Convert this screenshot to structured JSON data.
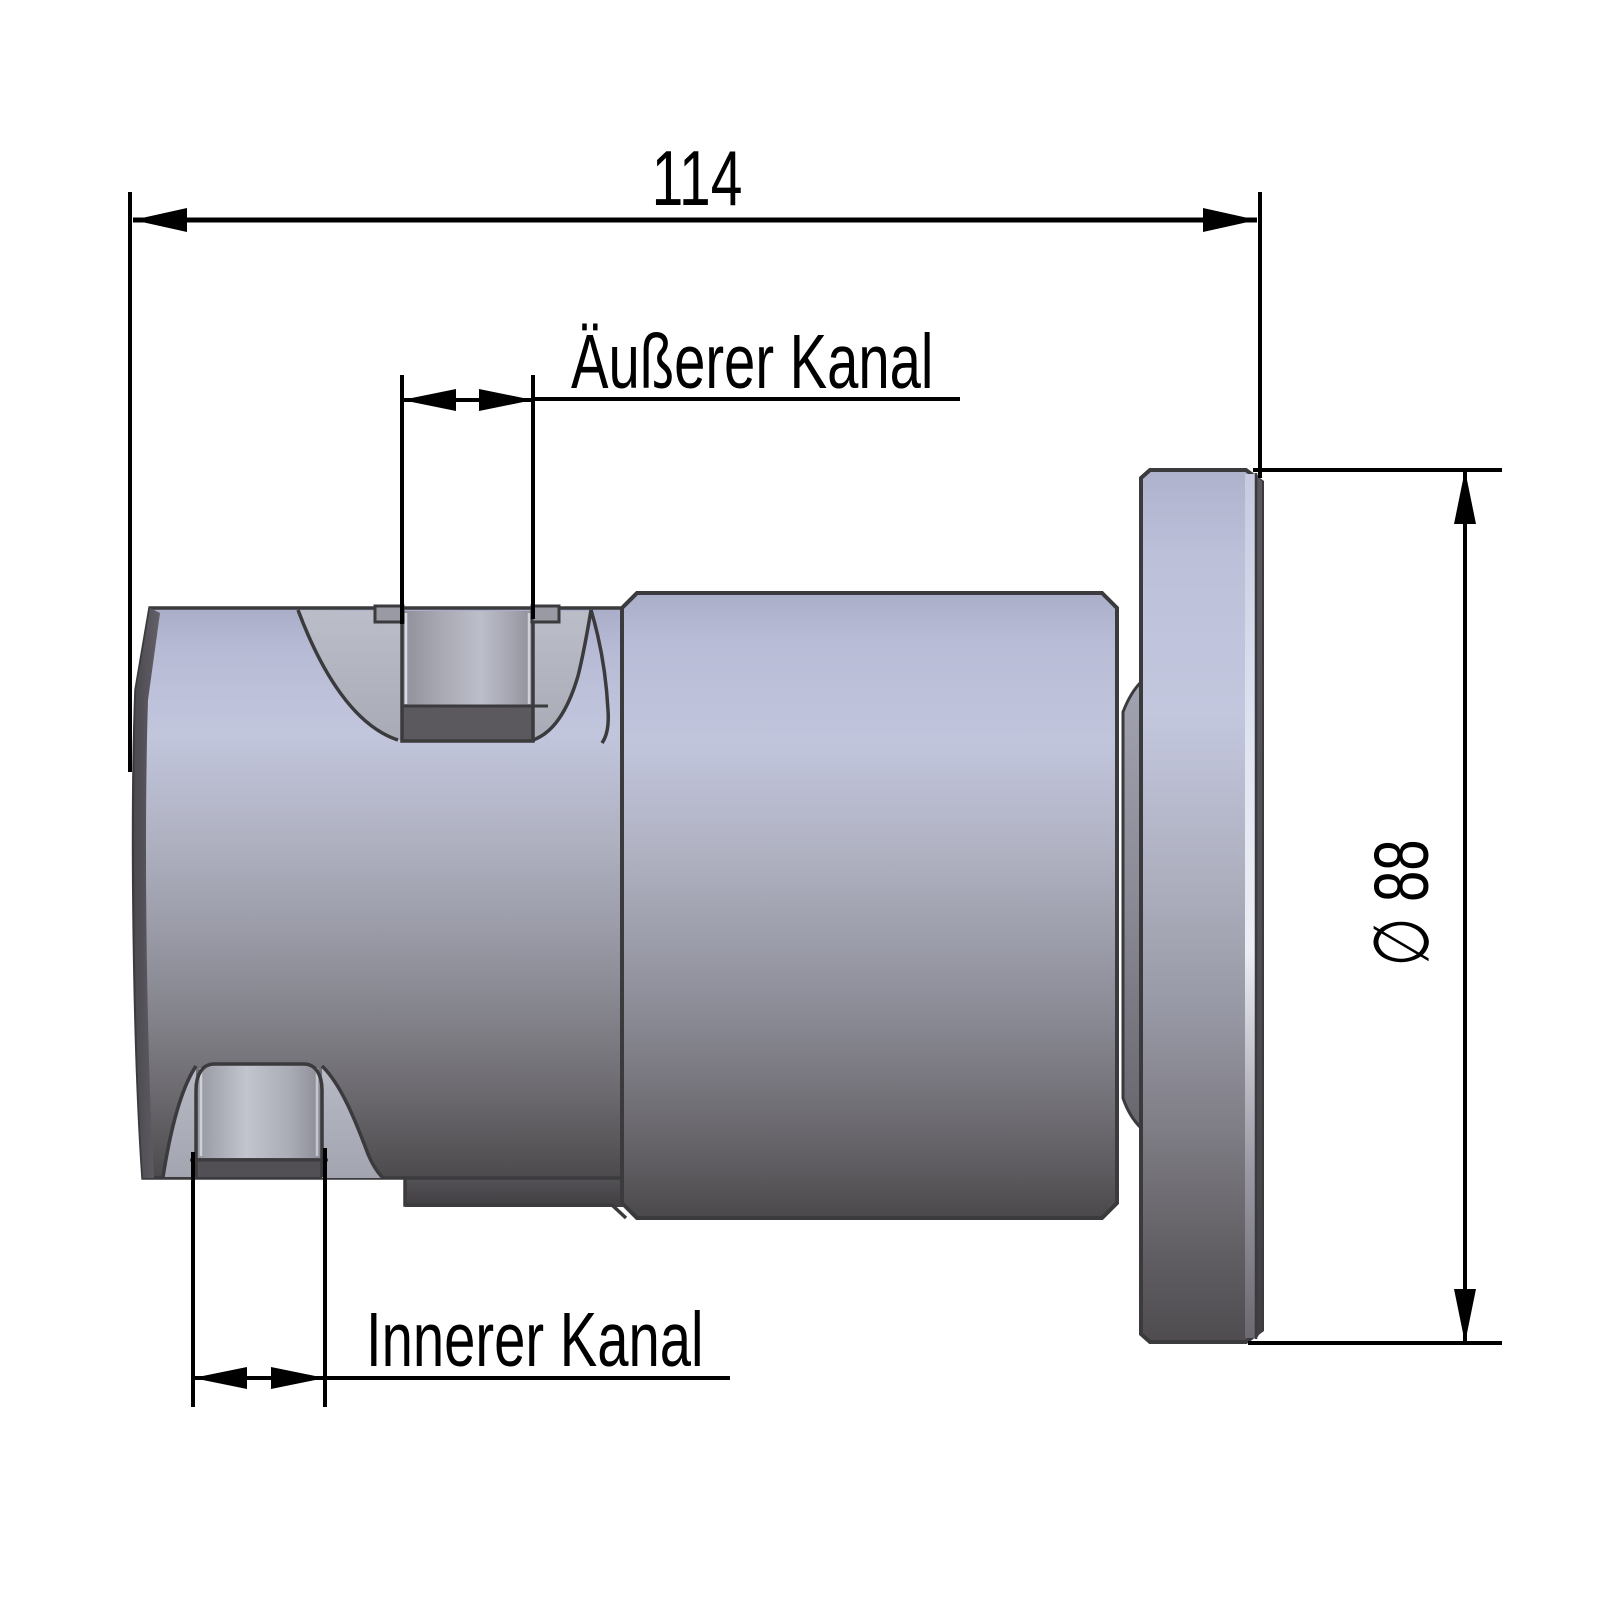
{
  "drawing": {
    "type": "technical-drawing",
    "view": "side-view-cylindrical-part-with-flange",
    "labels": {
      "overall_length": "114",
      "outer_channel": "Äußerer Kanal",
      "inner_channel": "Innerer Kanal",
      "diameter": "∅ 88"
    },
    "colors": {
      "background": "#ffffff",
      "outline": "#3b3a3d",
      "dimension_lines": "#000000",
      "body_highlight": "#c2c6dd",
      "body_shadow": "#4d4a4e",
      "groove_face": "#b4b6c1"
    }
  }
}
